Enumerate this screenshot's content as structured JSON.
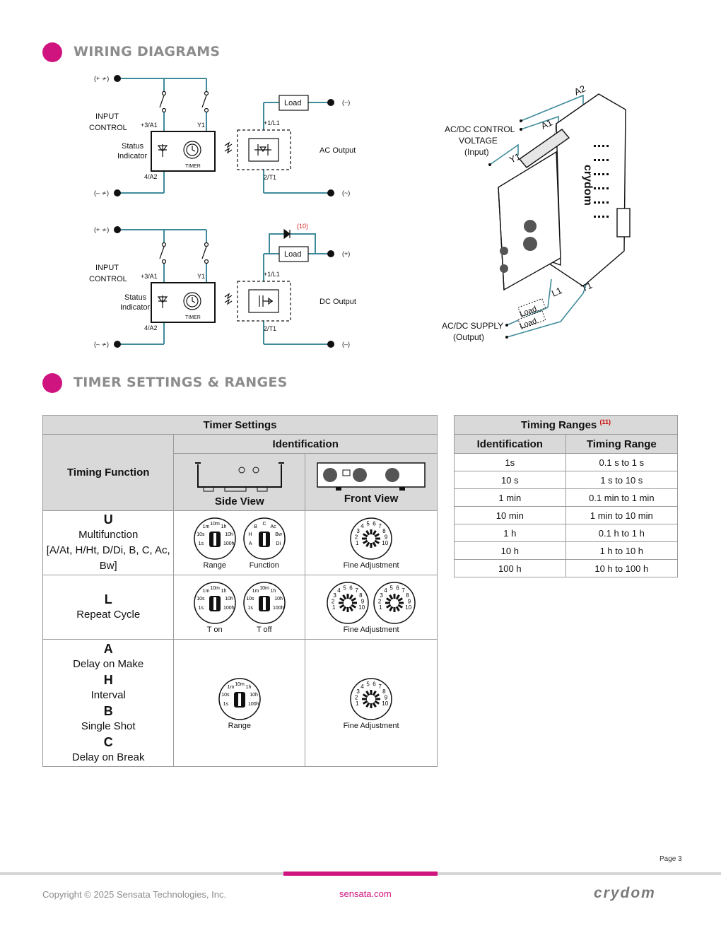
{
  "sections": {
    "wiring_title": "WIRING DIAGRAMS",
    "timer_title": "TIMER SETTINGS & RANGES"
  },
  "wiring": {
    "ac": {
      "plus_terminal": "(+ ≁)",
      "minus_terminal": "(– ≁)",
      "input_control_1": "INPUT",
      "input_control_2": "CONTROL",
      "a1_label": "+3/A1",
      "y1_label": "Y1",
      "a2_label": "4/A2",
      "status_1": "Status",
      "status_2": "Indicator",
      "timer_label": "TIMER",
      "l1_label": "+1/L1",
      "t1_label": "2/T1",
      "load_label": "Load",
      "out_top": "(~)",
      "out_bottom": "(~)",
      "output_label": "AC Output"
    },
    "dc": {
      "plus_terminal": "(+ ≁)",
      "minus_terminal": "(– ≁)",
      "input_control_1": "INPUT",
      "input_control_2": "CONTROL",
      "a1_label": "+3/A1",
      "y1_label": "Y1",
      "a2_label": "4/A2",
      "status_1": "Status",
      "status_2": "Indicator",
      "timer_label": "TIMER",
      "l1_label": "+1/L1",
      "t1_label": "2/T1",
      "load_label": "Load",
      "diode_note": "(10)",
      "out_top": "(+)",
      "out_bottom": "(–)",
      "output_label": "DC Output"
    },
    "device": {
      "control_1": "AC/DC CONTROL",
      "control_2": "VOLTAGE",
      "control_3": "(Input)",
      "a2": "A2",
      "a1": "A1",
      "y1": "Y1",
      "l1": "L1",
      "t1": "T1",
      "brand": "crydom",
      "supply_1": "AC/DC SUPPLY",
      "supply_2": "(Output)",
      "load_1": "Load",
      "load_2": "Load"
    }
  },
  "timer_settings": {
    "title": "Timer Settings",
    "identification": "Identification",
    "timing_function": "Timing Function",
    "side_view": "Side View",
    "front_view": "Front View",
    "rows": [
      {
        "code": "U",
        "name": "Multifunction",
        "extra": "[A/At, H/Ht, D/Di, B, C, Ac, Bw]",
        "side_labels": [
          "Range",
          "Function"
        ],
        "front_label": "Fine Adjustment"
      },
      {
        "code": "L",
        "name": "Repeat Cycle",
        "side_labels": [
          "T on",
          "T off"
        ],
        "front_label": "Fine Adjustment"
      },
      {
        "items": [
          {
            "code": "A",
            "name": "Delay on Make"
          },
          {
            "code": "H",
            "name": "Interval"
          },
          {
            "code": "B",
            "name": "Single Shot"
          },
          {
            "code": "C",
            "name": "Delay on Break"
          }
        ],
        "side_label": "Range",
        "front_label": "Fine Adjustment"
      }
    ],
    "dial_range_marks": [
      "1s",
      "10s",
      "1m",
      "10m",
      "1h",
      "10h",
      "100h"
    ],
    "dial_function_marks": [
      "A",
      "H",
      "B",
      "C",
      "Ac",
      "Bw",
      "Di"
    ],
    "dial_fine_marks": [
      "1",
      "2",
      "3",
      "4",
      "5",
      "6",
      "7",
      "8",
      "9",
      "10"
    ]
  },
  "timing_ranges": {
    "title": "Timing Ranges",
    "note": "(11)",
    "col_identification": "Identification",
    "col_range": "Timing Range",
    "rows": [
      [
        "1s",
        "0.1 s to 1 s"
      ],
      [
        "10 s",
        "1 s to 10 s"
      ],
      [
        "1 min",
        "0.1 min to 1 min"
      ],
      [
        "10 min",
        "1 min to 10 min"
      ],
      [
        "1 h",
        "0.1 h to 1 h"
      ],
      [
        "10 h",
        "1 h to 10 h"
      ],
      [
        "100 h",
        "10 h to 100 h"
      ]
    ]
  },
  "footer": {
    "page": "Page 3",
    "copyright": "Copyright © 2025 Sensata Technologies, Inc.",
    "site": "sensata.com",
    "logo": "crydom"
  },
  "colors": {
    "accent": "#d0147f",
    "wire": "#3e8a9a",
    "header_gray": "#d9d9d9",
    "note_red": "#d42020"
  }
}
